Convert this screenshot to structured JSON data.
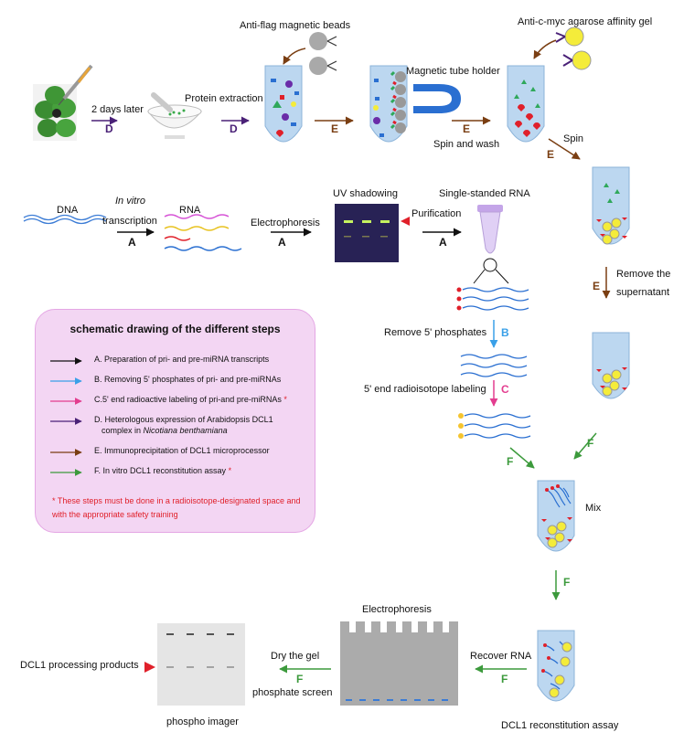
{
  "labels": {
    "anti_flag": "Anti-flag magnetic beads",
    "anti_myc": "Anti-c-myc agarose affinity gel",
    "two_days": "2 days later",
    "protein_extraction": "Protein extraction",
    "magnetic_holder": "Magnetic tube holder",
    "spin_wash": "Spin and wash",
    "spin": "Spin",
    "dna": "DNA",
    "in_vitro": "In vitro",
    "transcription": "transcription",
    "rna": "RNA",
    "electrophoresis1": "Electrophoresis",
    "uv_shadowing": "UV shadowing",
    "purification": "Purification",
    "single_rna": "Single-standed RNA",
    "remove_the": "Remove the",
    "supernatant": "supernatant",
    "remove_phosphates": "Remove 5' phosphates",
    "radio_label": "5' end radioisotope labeling",
    "mix": "Mix",
    "electrophoresis2": "Electrophoresis",
    "dry_gel": "Dry the gel",
    "phosphate_screen": "phosphate screen",
    "recover_rna": "Recover RNA",
    "dcl1_products": "DCL1 processing products",
    "phospho_imager": "phospho imager",
    "dcl1_assay": "DCL1 reconstitution assay"
  },
  "step_letters": {
    "a": "A",
    "b": "B",
    "c": "C",
    "d": "D",
    "e": "E",
    "f": "F"
  },
  "legend": {
    "title": "schematic drawing of the different steps",
    "items": [
      {
        "text": "A. Preparation of pri- and pre-miRNA transcripts",
        "star": "",
        "color": "#111111"
      },
      {
        "text": "B. Removing 5' phosphates of pri- and pre-miRNAs",
        "star": "",
        "color": "#3aa0e8"
      },
      {
        "text": "C.5' end radioactive labeling of pri-and pre-miRNAs",
        "star": "*",
        "color": "#e33d8f"
      },
      {
        "text": "D. Heterologous expression of Arabidopsis DCL1",
        "star": "",
        "color": "#4a2177"
      },
      {
        "text": "E. Immunoprecipitation of DCL1 microprocessor",
        "star": "",
        "color": "#7a3e12"
      },
      {
        "text": "F. In vitro DCL1 reconstitution assay",
        "star": "*",
        "color": "#3c9a3c"
      }
    ],
    "item4_line2_prefix": "complex in ",
    "item4_line2_italic": "Nicotiana benthamiana",
    "note": "* These steps  must be done in a radioisotope-designated space and with the appropriate safety training"
  },
  "colors": {
    "step_a": "#111111",
    "step_b": "#3aa0e8",
    "step_c": "#e33d8f",
    "step_d": "#4a2177",
    "step_e": "#7a3e12",
    "step_f": "#3c9a3c",
    "tube": "#bcd7f0",
    "bead_yellow": "#f4ec3a",
    "red": "#e0202a",
    "green": "#2fa85a"
  }
}
